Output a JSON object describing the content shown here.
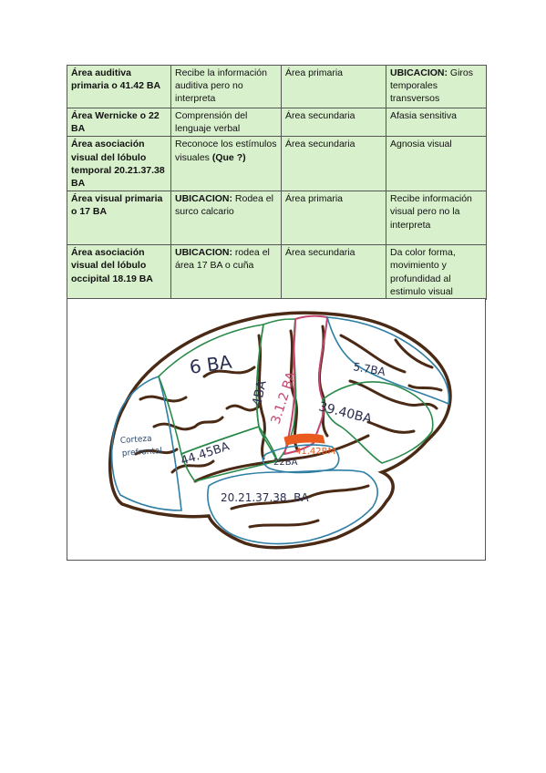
{
  "table": {
    "rows": [
      {
        "area": "Área auditiva primaria o 41.42 BA",
        "funcion_label": "",
        "funcion": "Recibe la información auditiva pero no interpreta",
        "tipo": "Área primaria",
        "extra_label": "UBICACION:",
        "extra": " Giros temporales transversos"
      },
      {
        "area": "Área Wernicke o 22 BA",
        "funcion_label": "",
        "funcion": "Comprensión del lenguaje verbal",
        "tipo": "Área secundaria",
        "extra_label": "",
        "extra": "Afasia sensitiva"
      },
      {
        "area": "Área asociación visual del lóbulo temporal 20.21.37.38 BA",
        "funcion_label": "",
        "funcion": "Reconoce los estímulos visuales ",
        "funcion_bold": "(Que ?)",
        "tipo": "Área secundaria",
        "extra_label": "",
        "extra": "Agnosia visual"
      },
      {
        "area": "Área visual primaria o 17 BA",
        "funcion_label": "UBICACION:",
        "funcion": " Rodea el surco calcario",
        "tipo": "Área primaria",
        "extra_label": "",
        "extra": "Recibe información visual pero no la interpreta"
      },
      {
        "area": "Área asociación visual del lóbulo occipital 18.19 BA",
        "funcion_label": "UBICACION:",
        "funcion": " rodea el área 17 BA o cuña",
        "tipo": "Área secundaria",
        "extra_label": "",
        "extra": "Da color forma, movimiento y profundidad al estimulo visual"
      }
    ]
  },
  "figure": {
    "labels": {
      "ba6": "6 BA",
      "ba4": "4BA",
      "ba312": "3.1.2 BA",
      "ba57": "5.7BA",
      "ba3940": "39.40BA",
      "ba4445": "44.45BA",
      "ba4142": "41.42BM",
      "ba22": "22BA",
      "ba20": "20.21.37.38. BA",
      "cortex": "Corteza",
      "prefrontal": "prefrontal"
    },
    "colors": {
      "outline": "#4a2a14",
      "green": "#2a8a4a",
      "pink": "#c4466e",
      "blue": "#2f7fa5",
      "orange": "#e85a1e",
      "ink": "#2a2e4e"
    }
  }
}
